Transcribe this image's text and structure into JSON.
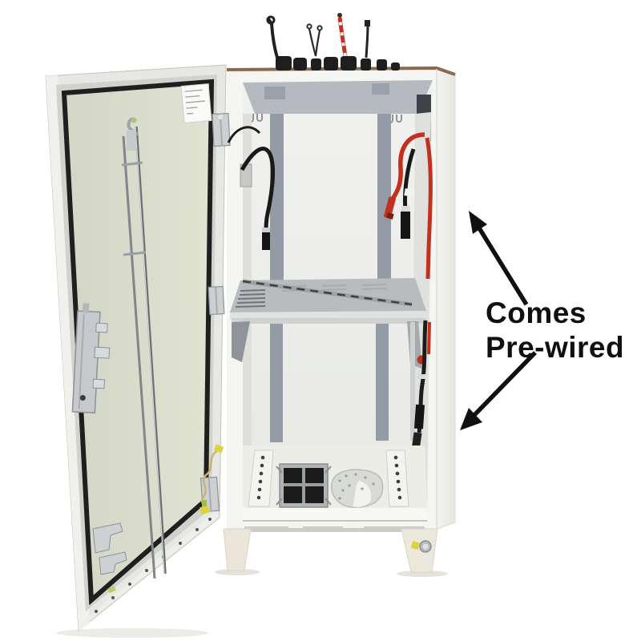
{
  "image": {
    "type": "product-photo",
    "alt": "White steel outdoor battery enclosure with its door swung open, showing a two-shelf pre-wired interior with red and black battery cables, cable glands on top, mounting rails, vent grid and hardware bag on the floor, standing on four legs",
    "background": "#ffffff"
  },
  "annotation": {
    "line1": "Comes",
    "line2": "Pre-wired",
    "color": "#101010",
    "arrow_color": "#101010"
  },
  "palette": {
    "cabinet_white": "#f5f5f2",
    "cabinet_side": "#f0f0ec",
    "top_trim_brown": "#8a6a4f",
    "door_outer": "#e7e8e3",
    "door_frame": "#d0d2cc",
    "door_panel": "#dadccb",
    "gasket_black": "#1f1f1f",
    "interior_wall": "#ecedeb",
    "ceiling_gray": "#b6bac0",
    "mount_stripe": "#939ba7",
    "shelf_gray": "#b8bcbd",
    "floor": "#edede8",
    "rail_white": "#f3f3ef",
    "vent_dark": "#1c1c1c",
    "leg": "#eae6da",
    "wire_red": "#c23120",
    "wire_black": "#191919",
    "chrome": "#c6cacd",
    "ground_wire": "#c9b475",
    "yellow_lug": "#ddd23f"
  },
  "parts": {
    "cabinet": "enclosure body",
    "door": "open door",
    "latch": "door latch mechanism",
    "lock_rods": "3-point lock rods",
    "hinges": "door hinges",
    "label": "spec label sticker",
    "glands": "cable glands on roof",
    "top_wires": "pre-wired leads on roof",
    "upper_cables": "upper compartment battery cables",
    "lower_cables": "lower compartment battery cables",
    "shelf": "mid shelf with support rod",
    "rails": "perforated mounting rails",
    "vent": "floor vent grid",
    "bag": "hardware bag",
    "legs": "stand legs",
    "ground_bolt": "grounding bolt",
    "ground_wire": "door ground bonding wire"
  }
}
